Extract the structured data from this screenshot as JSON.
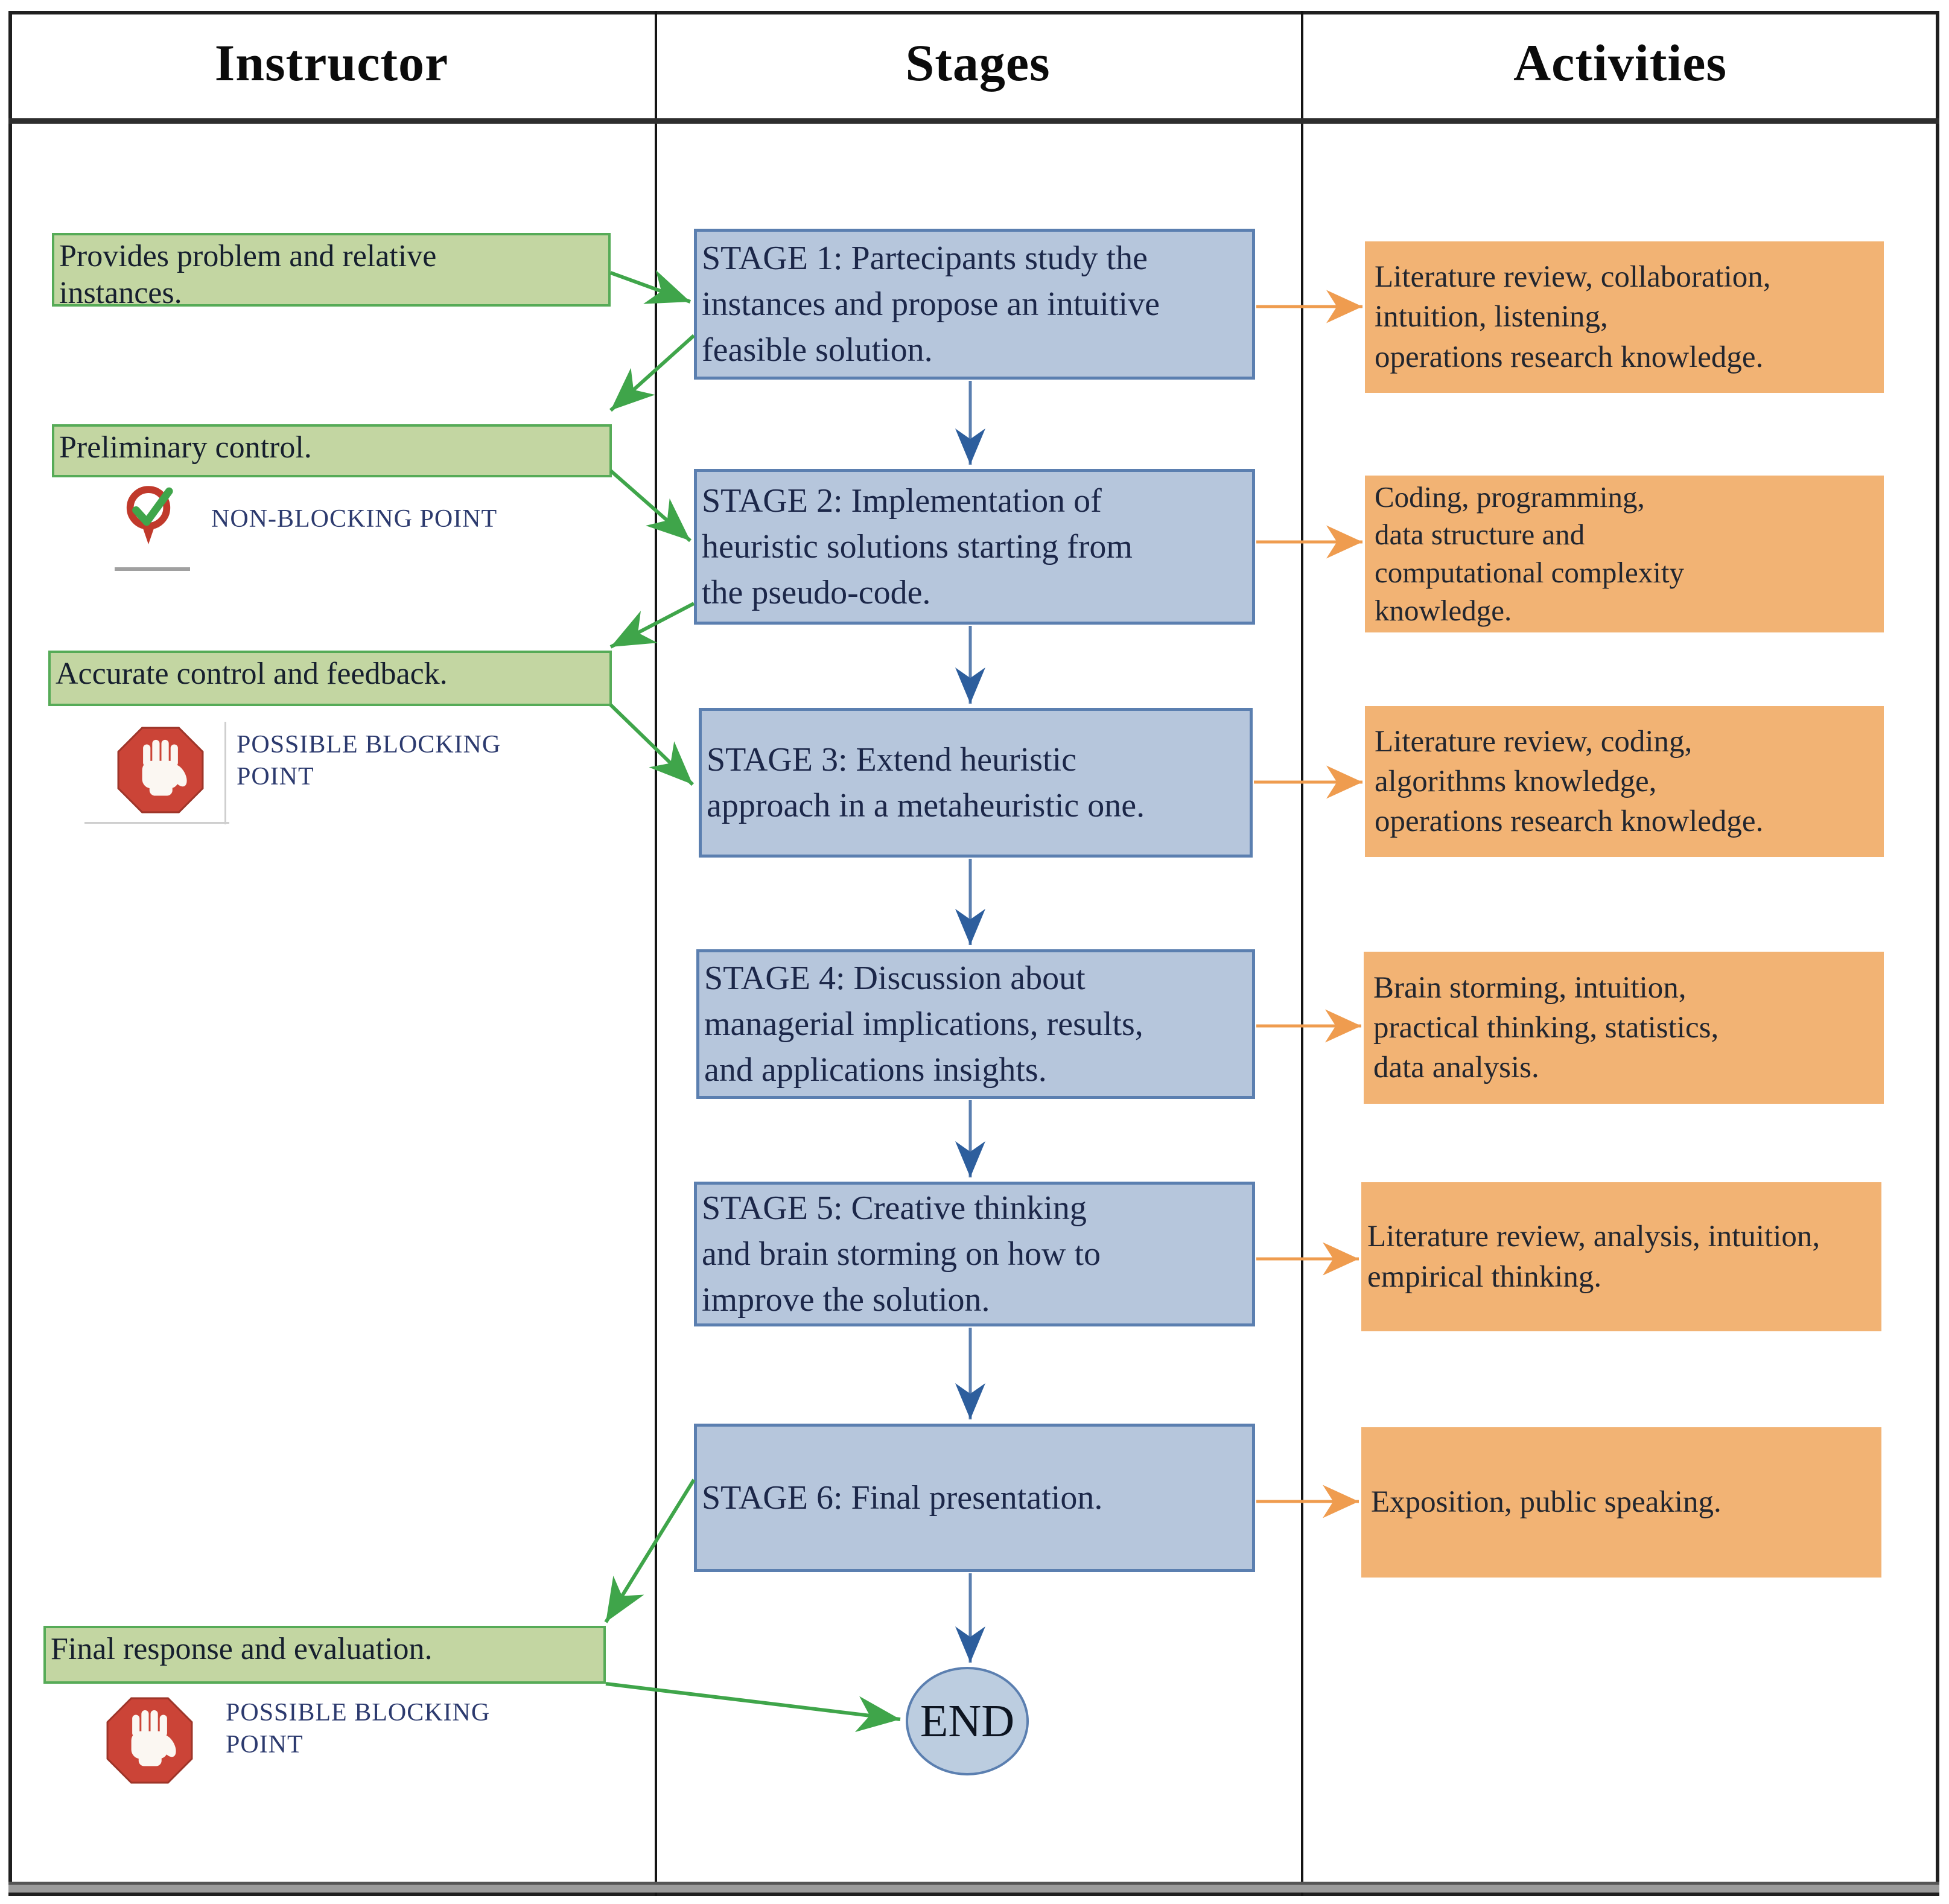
{
  "header": {
    "columns": [
      "Instructor",
      "Stages",
      "Activities"
    ]
  },
  "instructor": {
    "boxes": [
      {
        "text": "Provides problem and relative\ninstances."
      },
      {
        "text": "Preliminary control."
      },
      {
        "text": "Accurate control and feedback."
      },
      {
        "text": "Final response and evaluation."
      }
    ],
    "checkpoints": [
      {
        "icon": "check-pin-icon",
        "label": "NON-BLOCKING POINT"
      },
      {
        "icon": "stop-hand-icon",
        "label": "POSSIBLE BLOCKING\nPOINT"
      },
      {
        "icon": "stop-hand-icon",
        "label": "POSSIBLE BLOCKING\nPOINT"
      }
    ]
  },
  "stages": [
    {
      "text": "STAGE 1: Partecipants study the\ninstances and propose an intuitive\nfeasible solution."
    },
    {
      "text": "STAGE 2: Implementation of\nheuristic solutions starting from\nthe pseudo-code."
    },
    {
      "text": "STAGE 3: Extend heuristic\napproach in a metaheuristic one."
    },
    {
      "text": "STAGE 4: Discussion about\nmanagerial implications, results,\nand applications insights."
    },
    {
      "text": "STAGE 5: Creative thinking\nand brain storming on how to\nimprove the solution."
    },
    {
      "text": "STAGE 6: Final presentation."
    }
  ],
  "end_label": "END",
  "activities": [
    {
      "text": "Literature review, collaboration,\nintuition, listening,\noperations research knowledge."
    },
    {
      "text": "Coding, programming,\ndata structure and\ncomputational complexity\nknowledge."
    },
    {
      "text": "Literature review, coding,\nalgorithms knowledge,\noperations research knowledge."
    },
    {
      "text": "Brain storming, intuition,\npractical thinking, statistics,\ndata analysis."
    },
    {
      "text": "Literature review, analysis, intuition,\nempirical thinking."
    },
    {
      "text": "Exposition, public speaking."
    }
  ],
  "colors": {
    "green_box_fill": "#c3d6a2",
    "green_box_border": "#56ab57",
    "stage_fill": "#b6c6dc",
    "stage_border": "#5b7fb0",
    "activity_fill": "#f2b374",
    "green_arrow": "#3fa54a",
    "blue_arrow_line": "#5b7fb0",
    "blue_arrow_head": "#2d5e9d",
    "orange_arrow": "#ef9c4f",
    "stop_sign_red": "#cb4437",
    "pin_red": "#c0392b",
    "check_green": "#3fa54a",
    "checkpoint_label_navy": "#2c3a6e",
    "end_fill": "#bccde0"
  }
}
